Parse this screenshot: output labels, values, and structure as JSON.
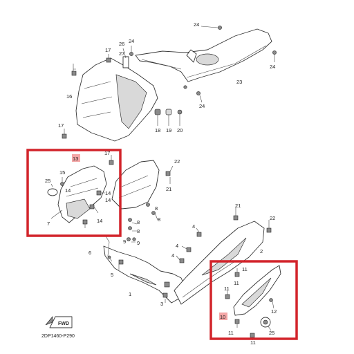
{
  "diagram": {
    "code": "2DP1460-P290",
    "fwd_label": "FWD",
    "callouts": {
      "c1": "1",
      "c2": "2",
      "c3": "3",
      "c4a": "4",
      "c4b": "4",
      "c4c": "4",
      "c5": "5",
      "c6": "6",
      "c7": "7",
      "c8a": "8",
      "c8b": "8",
      "c8c": "8",
      "c8d": "8",
      "c9a": "9",
      "c9b": "9",
      "c10": "10",
      "c11a": "11",
      "c11b": "11",
      "c11c": "11",
      "c11d": "11",
      "c11e": "11",
      "c12": "12",
      "c13": "13",
      "c14a": "14",
      "c14b": "14",
      "c14c": "14",
      "c14d": "14",
      "c15": "15",
      "c16": "16",
      "c17a": "17",
      "c17b": "17",
      "c17c": "17",
      "c18": "18",
      "c19": "19",
      "c20": "20",
      "c21a": "21",
      "c21b": "21",
      "c22a": "22",
      "c22b": "22",
      "c23": "23",
      "c24a": "24",
      "c24b": "24",
      "c24c": "24",
      "c24d": "24",
      "c25a": "25",
      "c25b": "25",
      "c26": "26",
      "c27": "27"
    }
  },
  "colors": {
    "highlight": "#d2232a",
    "highlight_tag": "#f4a6a6"
  }
}
